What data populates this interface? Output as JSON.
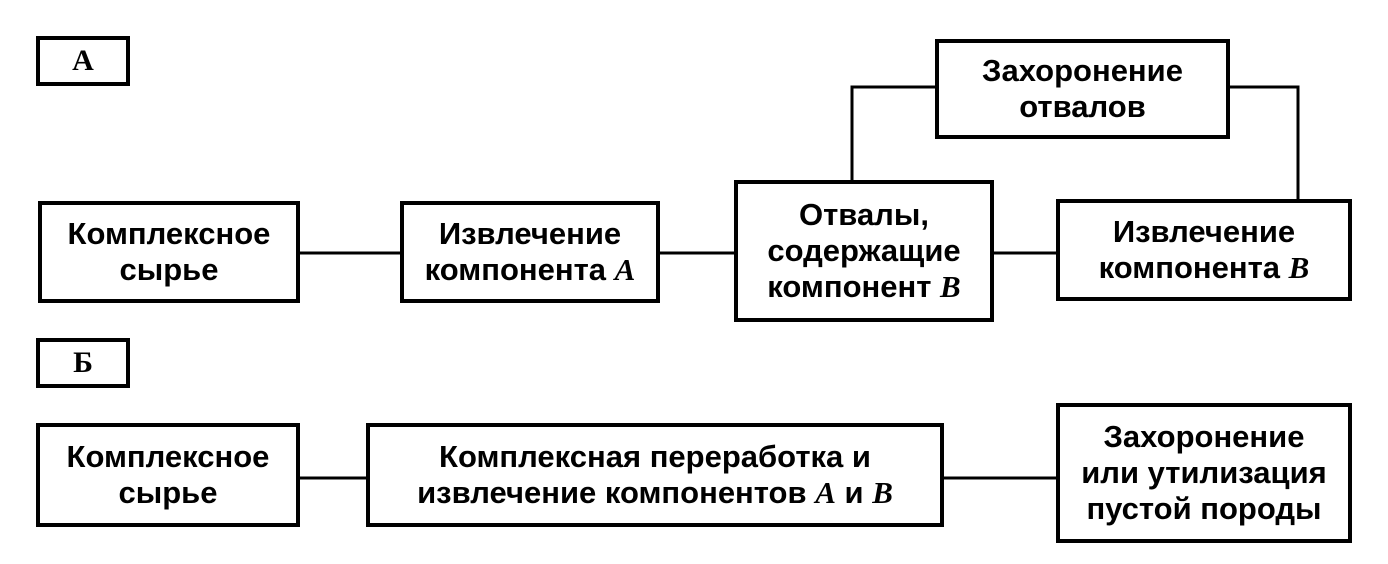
{
  "scheme_a": {
    "tag": "А",
    "raw_material": [
      "Комплексное",
      "сырье"
    ],
    "extract_a": {
      "line1": "Извлечение",
      "line2": "компонента",
      "var": "A"
    },
    "dumps": {
      "line1": "Отвалы,",
      "line2": "содержащие",
      "line3": "компонент",
      "var": "B"
    },
    "extract_b": {
      "line1": "Извлечение",
      "line2": "компонента",
      "var": "B"
    },
    "dump_burial": [
      "Захоронение",
      "отвалов"
    ]
  },
  "scheme_b": {
    "tag": "Б",
    "raw_material": [
      "Комплексное",
      "сырье"
    ],
    "processing": {
      "line1": "Комплексная переработка и",
      "line2": "извлечение компонентов",
      "var_a": "A",
      "conj": "и",
      "var_b": "B"
    },
    "burial": [
      "Захоронение",
      "или утилизация",
      "пустой породы"
    ]
  }
}
